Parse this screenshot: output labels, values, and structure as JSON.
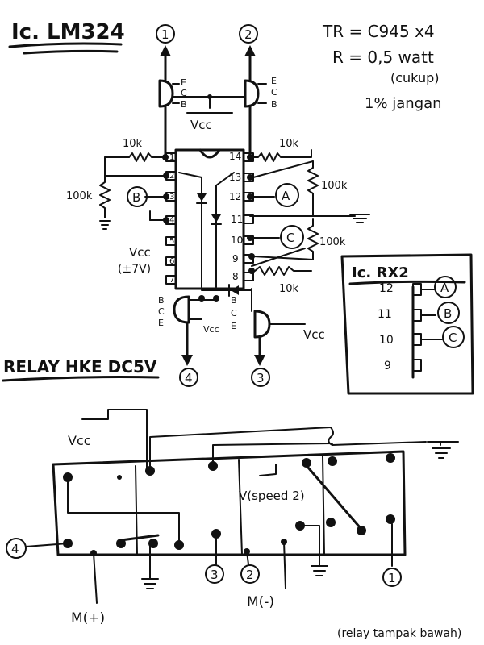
{
  "title": "Ic. LM324",
  "notes": {
    "transistor": "TR = C945 x4",
    "resistor": "R = 0,5 watt",
    "resistor_sub": "(cukup)",
    "tolerance": "1% jangan"
  },
  "ic_lm324": {
    "left_pins": [
      "1",
      "2",
      "3",
      "4",
      "5",
      "6",
      "7"
    ],
    "right_pins": [
      "14",
      "13",
      "12",
      "11",
      "10",
      "9",
      "8"
    ],
    "resistors": {
      "top_left": "10k",
      "left_vertical": "100k",
      "top_right": "10k",
      "right_upper": "100k",
      "right_lower": "100k",
      "bottom_right": "10k"
    },
    "supply_left": "Vcc",
    "supply_left_sub": "(±7V)",
    "supply_top": "Vcc",
    "supply_bottom_right": "Vcc",
    "supply_bottom_left": "Vcc",
    "transistor_pins": [
      "E",
      "C",
      "B"
    ],
    "transistor_pins_bottom": [
      "B",
      "C",
      "E"
    ],
    "outputs": [
      "1",
      "2",
      "4",
      "3"
    ],
    "input_tags": [
      "A",
      "B",
      "C"
    ]
  },
  "ic_rx2": {
    "title": "Ic. RX2",
    "pins": [
      {
        "num": "12",
        "tag": "A"
      },
      {
        "num": "11",
        "tag": "B"
      },
      {
        "num": "10",
        "tag": "C"
      },
      {
        "num": "9",
        "tag": ""
      }
    ]
  },
  "relay": {
    "title": "RELAY HKE DC5V",
    "supply": "Vcc",
    "speed": "V(speed 2)",
    "terminals": [
      "4",
      "3",
      "2",
      "1"
    ],
    "motor_plus": "M(+)",
    "motor_minus": "M(-)",
    "footnote": "(relay tampak bawah)"
  }
}
